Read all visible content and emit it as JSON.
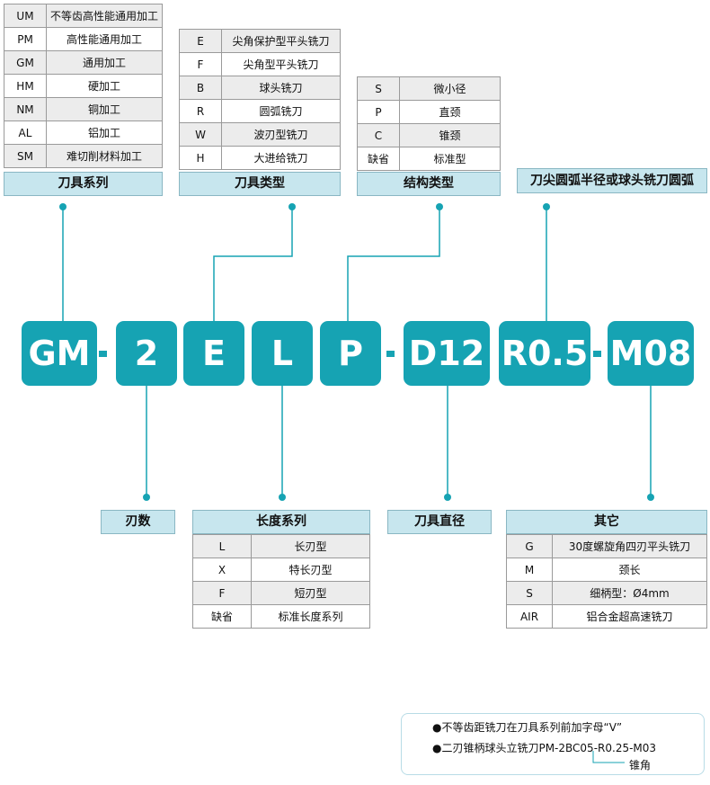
{
  "code": {
    "segments": [
      "GM",
      "2",
      "E",
      "L",
      "P",
      "D12",
      "R0.5",
      "M08"
    ],
    "separator": "-"
  },
  "series_table": {
    "title": "刀具系列",
    "rows": [
      {
        "code": "UM",
        "desc": "不等齿高性能通用加工"
      },
      {
        "code": "PM",
        "desc": "高性能通用加工"
      },
      {
        "code": "GM",
        "desc": "通用加工"
      },
      {
        "code": "HM",
        "desc": "硬加工"
      },
      {
        "code": "NM",
        "desc": "铜加工"
      },
      {
        "code": "AL",
        "desc": "铝加工"
      },
      {
        "code": "SM",
        "desc": "难切削材料加工"
      }
    ]
  },
  "type_table": {
    "title": "刀具类型",
    "rows": [
      {
        "code": "E",
        "desc": "尖角保护型平头铣刀"
      },
      {
        "code": "F",
        "desc": "尖角型平头铣刀"
      },
      {
        "code": "B",
        "desc": "球头铣刀"
      },
      {
        "code": "R",
        "desc": "圆弧铣刀"
      },
      {
        "code": "W",
        "desc": "波刃型铣刀"
      },
      {
        "code": "H",
        "desc": "大进给铣刀"
      }
    ]
  },
  "structure_table": {
    "title": "结构类型",
    "rows": [
      {
        "code": "S",
        "desc": "微小径"
      },
      {
        "code": "P",
        "desc": "直颈"
      },
      {
        "code": "C",
        "desc": "锥颈"
      },
      {
        "code": "缺省",
        "desc": "标准型"
      }
    ]
  },
  "radius_label": "刀尖圆弧半径或球头铣刀圆弧",
  "flutes_label": "刃数",
  "length_table": {
    "title": "长度系列",
    "rows": [
      {
        "code": "L",
        "desc": "长刃型"
      },
      {
        "code": "X",
        "desc": "特长刃型"
      },
      {
        "code": "F",
        "desc": "短刃型"
      },
      {
        "code": "缺省",
        "desc": "标准长度系列"
      }
    ]
  },
  "diameter_label": "刀具直径",
  "other_table": {
    "title": "其它",
    "rows": [
      {
        "code": "G",
        "desc": "30度螺旋角四刃平头铣刀"
      },
      {
        "code": "M",
        "desc": "颈长"
      },
      {
        "code": "S",
        "desc": "细柄型：Ø4mm"
      },
      {
        "code": "AIR",
        "desc": "铝合金超高速铣刀"
      }
    ]
  },
  "notes": {
    "line1": "●不等齿距铣刀在刀具系列前加字母“V”",
    "line2": "●二刃锥柄球头立铣刀PM-2BC05-R0.25-M03",
    "sub_label": "锥角"
  },
  "colors": {
    "accent": "#16a3b3",
    "header_bg": "#c7e6ee",
    "row_alt": "#ececec"
  }
}
